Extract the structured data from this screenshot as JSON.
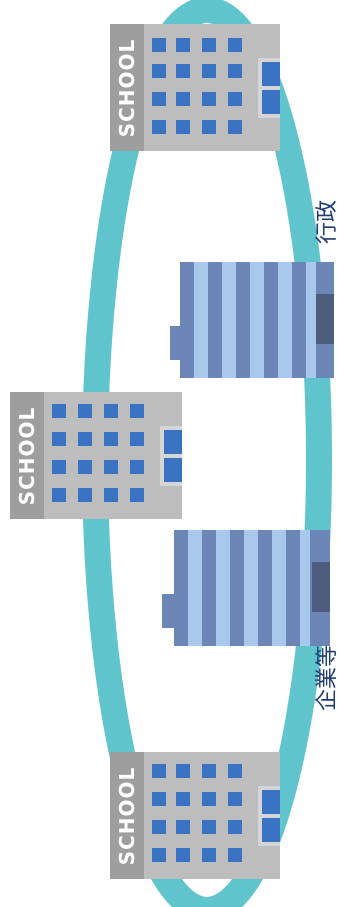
{
  "schools": [
    {
      "label": "SCHOOL"
    },
    {
      "label": "SCHOOL"
    },
    {
      "label": "SCHOOL"
    }
  ],
  "labels": {
    "administration": "行政",
    "companies": "企業等"
  },
  "colors": {
    "ring": "#5fc4cc",
    "school_facade": "#bdbdbd",
    "school_side": "#9e9e9e",
    "school_window": "#3a72c4",
    "office_dark": "#6d86b8",
    "office_light": "#a8c8ec",
    "office_door": "#4d5d7e",
    "text": "#1f3d73"
  }
}
